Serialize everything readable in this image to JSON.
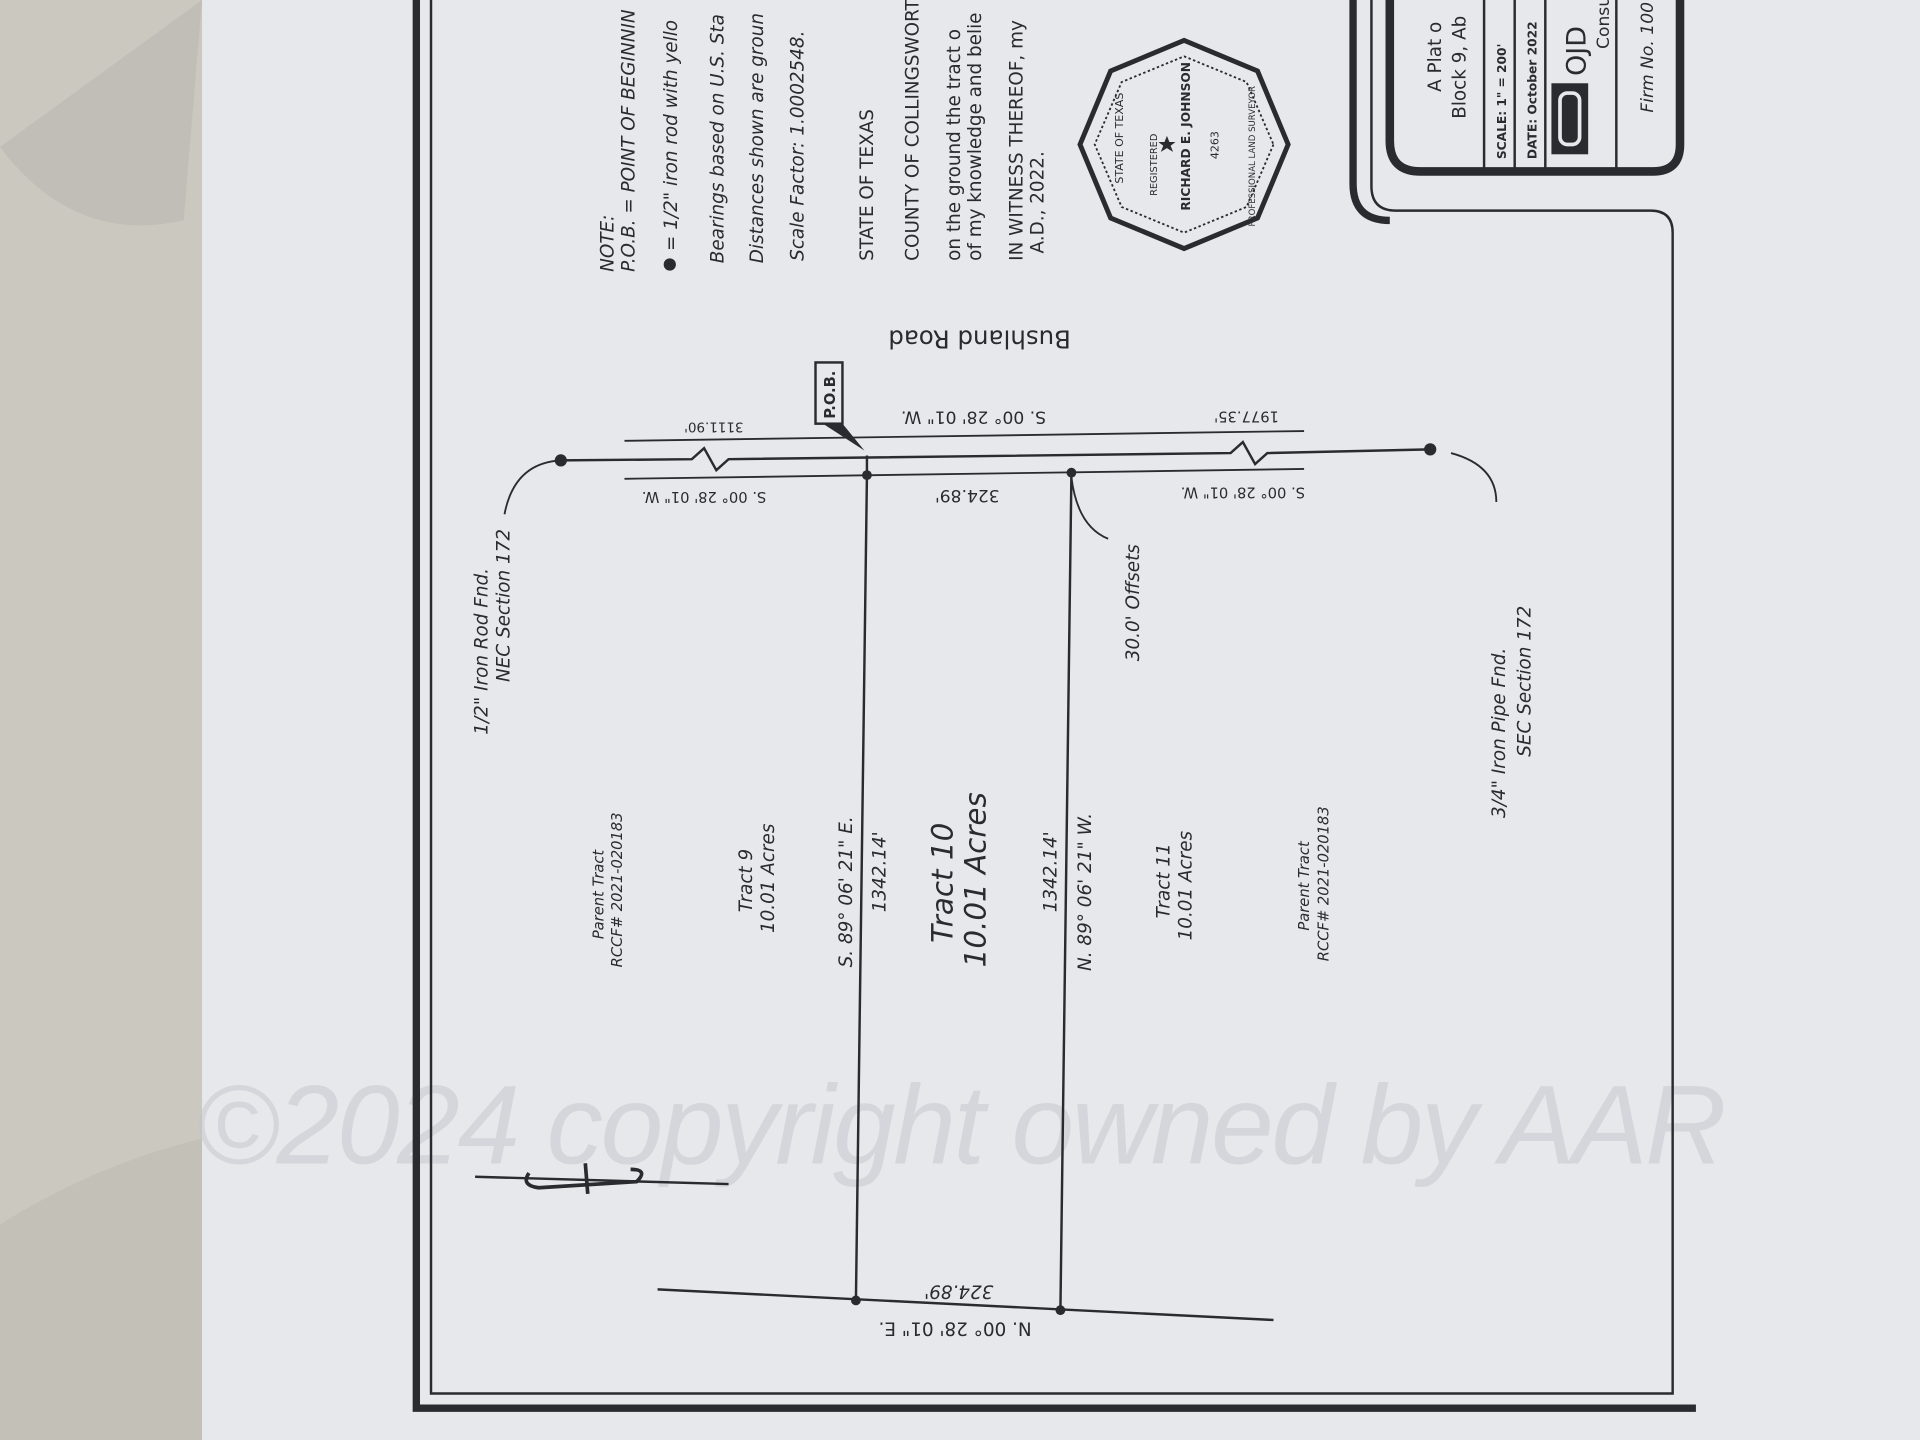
{
  "watermark": "©2024 copyright owned by AAR",
  "notes": {
    "note_label": "NOTE:",
    "pob": "P.O.B. = POINT OF BEGINNIN",
    "iron_rod": "= 1/2\" iron rod with yello",
    "bearings": "Bearings based on U.S. Sta",
    "distances": "Distances shown are groun",
    "scale_factor": "Scale Factor: 1.0002548.",
    "state": "STATE OF TEXAS",
    "county": "COUNTY OF COLLINGSWORT",
    "cert_line1": "on the ground the tract o",
    "cert_line2": "of my knowledge and belie",
    "witness_line1": "IN WITNESS THEREOF, my",
    "witness_line2": "A.D., 2022."
  },
  "seal": {
    "name": "RICHARD E. JOHNSON",
    "number": "4263",
    "top": "STATE OF TEXAS",
    "registered": "REGISTERED",
    "bottom": "PROFESSIONAL LAND SURVEYOR"
  },
  "road": {
    "name": "Bushland Road",
    "dist_north": "3111.90'",
    "bearing_north": "S. 00° 28' 01\" W.",
    "pob_label": "P.O.B.",
    "bearing_tract": "S. 00° 28' 01\" W.",
    "dist_tract": "324.89'",
    "dist_south": "1977.35'",
    "bearing_south": "S. 00° 28' 01\" W."
  },
  "tract10": {
    "name": "Tract 10",
    "acres": "10.01 Acres",
    "north_bearing": "S. 89° 06' 21\" E.",
    "north_dist": "1342.14'",
    "south_dist": "1342.14'",
    "south_bearing": "N. 89° 06' 21\" W.",
    "west_dist": "324.89'",
    "west_bearing": "N. 00° 28' 01\" E."
  },
  "parcels": {
    "parent_north": {
      "name": "Parent Tract",
      "ref": "RCCF# 2021-020183"
    },
    "tract9": {
      "name": "Tract 9",
      "acres": "10.01 Acres"
    },
    "tract11": {
      "name": "Tract 11",
      "acres": "10.01 Acres"
    },
    "parent_south": {
      "name": "Parent Tract",
      "ref": "RCCF# 2021-020183"
    }
  },
  "monuments": {
    "nec_line1": "1/2\" Iron Rod Fnd.",
    "nec_line2": "NEC Section 172",
    "offsets": "30.0' Offsets",
    "sec_line1": "3/4\" Iron Pipe Fnd.",
    "sec_line2": "SEC Section 172"
  },
  "title_block": {
    "title_line1": "A Plat o",
    "title_line2": "Block 9, Ab",
    "scale": "SCALE:  1\" = 200'",
    "date": "DATE:  October 2022",
    "firm_name": "OJD",
    "firm_sub": "Consu",
    "firm_no": "Firm No. 100"
  },
  "colors": {
    "ink": "#2a2b30",
    "paper": "#e8e9ec",
    "marble": "#cfcdc6"
  }
}
